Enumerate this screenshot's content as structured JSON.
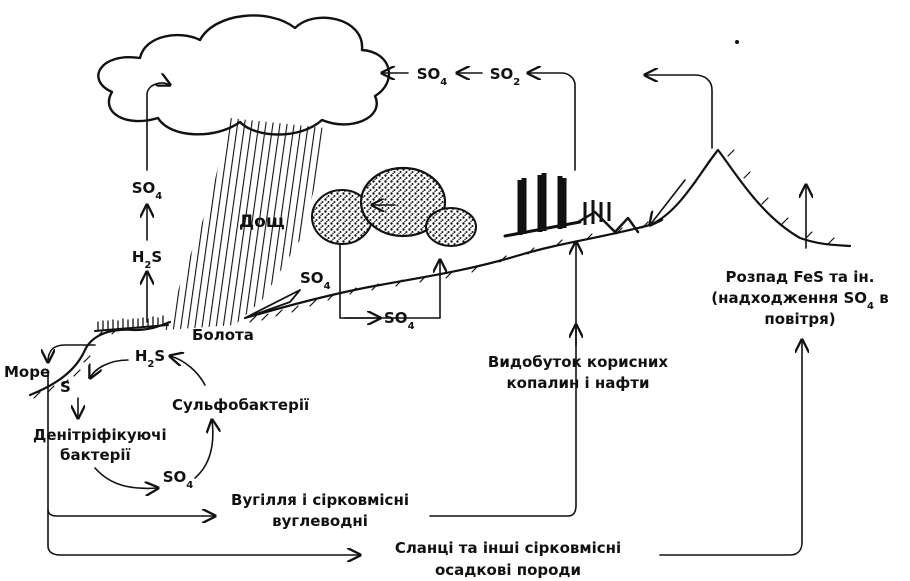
{
  "labels": {
    "rain": "Дощ",
    "marsh": "Болота",
    "sea": "Море",
    "h2s_up": "H2S",
    "so4_up": "SO4",
    "so4_top1": "SO4",
    "so2_top": "SO2",
    "so4_mid": "SO4",
    "so4_soil": "SO4",
    "cycle_h2s": "H2S",
    "cycle_s": "S",
    "sulfobacteria": "Сульфобактерії",
    "denitrifying_1": "Денітріфікуючі",
    "denitrifying_2": "бактерії",
    "cycle_so4": "SO4",
    "mining_1": "Видобуток корисних",
    "mining_2": "копалин і нафти",
    "decay_1": "Розпад FeS та ін.",
    "decay_2": "(надходження SO4 в",
    "decay_3": "повітря)",
    "coal_1": "Вугілля і сірковмісні",
    "coal_2": "вуглеводні",
    "shale_1": "Сланці та інші сірковмісні",
    "shale_2": "осадкові породи"
  },
  "colors": {
    "ink": "#111111",
    "background": "#ffffff"
  },
  "icons": [
    "cloud-icon",
    "rain-hatching",
    "tree-icon",
    "factory-icon",
    "mountain-icon",
    "marsh-grass"
  ]
}
